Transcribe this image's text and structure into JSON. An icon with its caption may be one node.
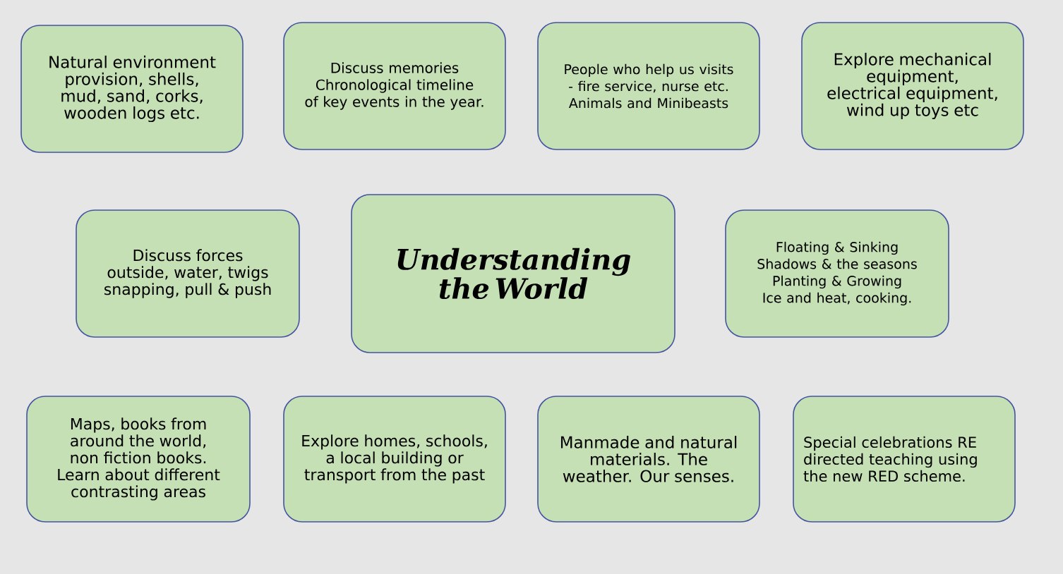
{
  "diagram": {
    "nodes": [
      {
        "text": [
          "Natural environment provision, shells, mud, sand, corks, wooden logs etc."
        ]
      },
      {
        "text": [
          "Discuss memories Chronological timeline of key events in the year."
        ]
      },
      {
        "text": [
          "People who help us visits - fire service, nurse etc. Animals and Minibeasts"
        ]
      },
      {
        "text": [
          "Explore mechanical equipment, electrical equipment, wind up toys etc"
        ]
      },
      {
        "text": [
          "Discuss forces outside, water, twigs snapping, pull & push"
        ]
      },
      {
        "text": [
          "Understanding the World"
        ]
      },
      {
        "text": [
          "Floating & Sinking Shadows & the seasons Planting & Growing Ice and heat, cooking."
        ]
      },
      {
        "text": [
          "Maps, books from around the world, non fiction books. Learn about different contrasting areas"
        ]
      },
      {
        "text": [
          "Explore homes, schools, a local building or transport from the past"
        ]
      },
      {
        "text": [
          "Manmade and natural materials. The weather. Our senses."
        ]
      },
      {
        "text": [
          "Special celebrations RE directed teaching using the new RED scheme."
        ]
      }
    ]
  }
}
